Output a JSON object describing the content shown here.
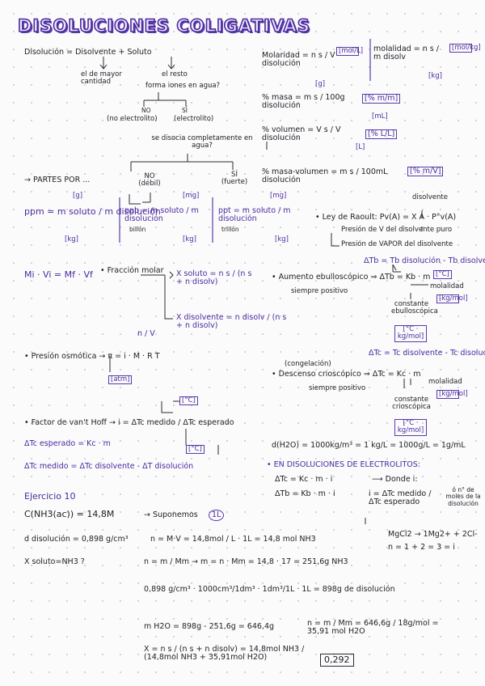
{
  "title": "DISOLUCIONES COLIGATIVAS",
  "definition": {
    "main": "Disolución = Disolvente + Soluto",
    "solvent_note": "el de mayor cantidad",
    "solute_note": "el resto",
    "ions_question": "forma iones en agua?",
    "no": "NO",
    "si": "SÍ",
    "no_electrolyte": "(no electrolito)",
    "electrolyte": "(electrolito)",
    "dissociation_question": "se disocia completamente en agua?",
    "weak": "NO (débil)",
    "strong": "SÍ (fuerte)"
  },
  "parts_per": {
    "heading": "→ PARTES POR ...",
    "ppm": "ppm = m soluto / m disolución",
    "ppb": "ppb = m soluto / m disolución",
    "ppt": "ppt = m soluto / m disolución",
    "unit_g": "[g]",
    "unit_kg": "[kg]",
    "unit_mg": "[mg]",
    "billion": "billón",
    "trillion": "trillón"
  },
  "formulas_right": {
    "molarity": "Molaridad = n s / V disolución",
    "molarity_unit": "[mol/L]",
    "molality": "molalidad = n s / m disolv",
    "molality_unit": "[mol/kg]",
    "molality_kg": "[kg]",
    "mass_pct": "% masa = m s / 100g disolución",
    "mass_pct_unit": "[% m/m]",
    "vol_pct": "% volumen = V s / V disolución",
    "vol_pct_unit": "[% L/L]",
    "mass_vol_pct": "% masa-volumen = m s / 100mL disolución",
    "mass_vol_unit": "[% m/V]",
    "unit_mL": "[mL]",
    "unit_L": "[L]"
  },
  "raoult": {
    "solvent_label": "disolvente",
    "law": "• Ley de Raoult: Pv(A) = X A · P°v(A)",
    "pure_pressure": "Presión de V del disolvente puro",
    "vapor_pressure": "Presión de VAPOR del disolvente"
  },
  "ebullioscopic": {
    "delta_tb": "ΔTb = Tb disolución - Tb disolvente",
    "rise": "• Aumento ebulloscópico ⇒ ΔTb = Kb · m",
    "always_positive": "siempre positivo",
    "unit_C": "[°C]",
    "molality": "molalidad",
    "constant": "constante ebulloscópica",
    "unit_kg_mol": "[kg/mol]",
    "unit_Ckg_mol": "[°C · kg/mol]"
  },
  "cryoscopic": {
    "delta_tc": "ΔTc = Tc disolvente - Tc disolución",
    "congelation": "(congelación)",
    "fall": "• Descenso crioscópico ⇒ ΔTc = Kc · m",
    "always_positive": "siempre positivo",
    "molality": "molalidad",
    "constant": "constante crioscópica",
    "unit_kg_mol": "[kg/mol]",
    "unit_Ckg_mol": "[°C · kg/mol]"
  },
  "left_formulas": {
    "dilution": "Mi · Vi = Mf · Vf",
    "mole_fraction": "• Fracción molar",
    "x_solute": "X soluto = n s / (n s + n disolv)",
    "x_solvent": "X disolvente = n disolv / (n s + n disolv)",
    "n_over_v": "n / V",
    "osmotic": "• Presión osmótica → π = i · M · R T",
    "atm": "[atm]",
    "vant_hoff": "• Factor de van't Hoff → i = ΔTc medido / ΔTc esperado",
    "unit_C": "[°C]",
    "expected": "ΔTc esperado = Kc · m",
    "measured": "ΔTc medido = ΔTc disolvente - ΔT disolución"
  },
  "water": {
    "density": "d(H2O) = 1000kg/m³ = 1 kg/L = 1000g/L = 1g/mL"
  },
  "electrolytes": {
    "heading": "• EN DISOLUCIONES DE ELECTROLITOS:",
    "dtc": "ΔTc = Kc · m · i",
    "dtb": "ΔTb = Kb · m · i",
    "where": "⟶ Donde i:",
    "i_def": "i = ΔTc medido / ΔTc esperado",
    "or": "ó  n° de moles de la disolución",
    "mgcl2": "MgCl2 → 1Mg2+ + 2Cl-",
    "n_sum": "n = 1 + 2 = 3 = i"
  },
  "exercise": {
    "heading": "Ejercicio 10",
    "given_c": "C(NH3(ac)) = 14,8M",
    "given_d": "d disolución = 0,898 g/cm³",
    "asked": "X soluto=NH3 ?",
    "suppose": "→ Suponemos",
    "suppose_value": "1L",
    "step1": "n = M·V = 14,8mol / L · 1L = 14,8 mol NH3",
    "step2": "n = m / Mm → m = n · Mm = 14,8 · 17 = 251,6g NH3",
    "step3": "0,898 g/cm³ · 1000cm³/1dm³ · 1dm³/1L · 1L = 898g de disolución",
    "step4": "m H2O = 898g - 251,6g = 646,4g",
    "step5": "n = m / Mm = 646,6g / 18g/mol = 35,91 mol H2O",
    "step6": "X = n s / (n s + n disolv) = 14,8mol NH3 / (14,8mol NH3 + 35,91mol H2O)",
    "answer": "0,292"
  }
}
